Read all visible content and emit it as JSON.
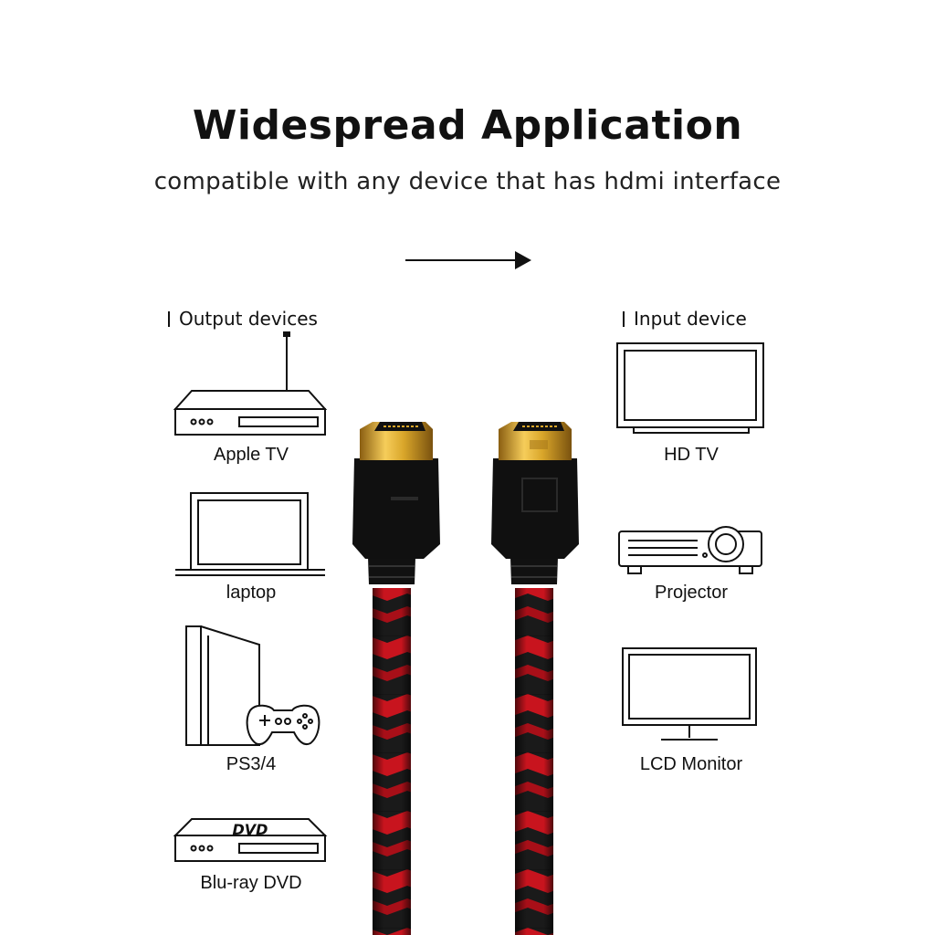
{
  "header": {
    "title": "Widespread Application",
    "subtitle": "compatible with any device that has hdmi interface"
  },
  "output_section": {
    "heading": "Output devices",
    "devices": [
      {
        "label": "Apple TV",
        "icon": "set-top-box-antenna-icon"
      },
      {
        "label": "laptop",
        "icon": "laptop-icon"
      },
      {
        "label": "PS3/4",
        "icon": "game-console-controller-icon"
      },
      {
        "label": "Blu-ray DVD",
        "icon": "dvd-player-icon",
        "icon_text": "DVD"
      }
    ]
  },
  "input_section": {
    "heading": "Input device",
    "devices": [
      {
        "label": "HD TV",
        "icon": "tv-icon"
      },
      {
        "label": "Projector",
        "icon": "projector-icon"
      },
      {
        "label": "LCD Monitor",
        "icon": "monitor-icon"
      }
    ]
  },
  "product": {
    "icon": "hdmi-cable-icon",
    "colors": {
      "braid_red": "#c8141e",
      "braid_black": "#1a1a1a",
      "plug_gold": "#d9a62a",
      "housing": "#101010"
    }
  },
  "direction_arrow": {
    "icon": "right-arrow-icon"
  }
}
